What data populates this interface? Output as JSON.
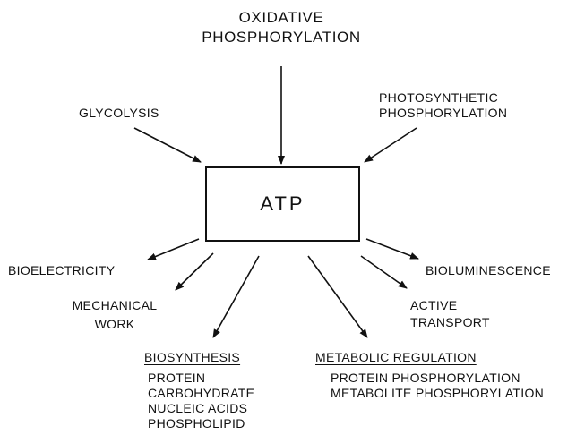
{
  "center": {
    "label": "ATP"
  },
  "inputs": {
    "oxidative": [
      "OXIDATIVE",
      "PHOSPHORYLATION"
    ],
    "glycolysis": "GLYCOLYSIS",
    "photosynthetic": [
      "PHOTOSYNTHETIC",
      "PHOSPHORYLATION"
    ]
  },
  "outputs": {
    "bioelectricity": "BIOELECTRICITY",
    "mechanical_work": [
      "MECHANICAL",
      "WORK"
    ],
    "biosynthesis": {
      "title": "BIOSYNTHESIS",
      "items": [
        "PROTEIN",
        "CARBOHYDRATE",
        "NUCLEIC ACIDS",
        "PHOSPHOLIPID"
      ]
    },
    "metabolic_regulation": {
      "title": "METABOLIC REGULATION",
      "items": [
        "PROTEIN PHOSPHORYLATION",
        "METABOLITE PHOSPHORYLATION"
      ]
    },
    "active_transport": [
      "ACTIVE",
      "TRANSPORT"
    ],
    "bioluminescence": "BIOLUMINESCENCE"
  }
}
